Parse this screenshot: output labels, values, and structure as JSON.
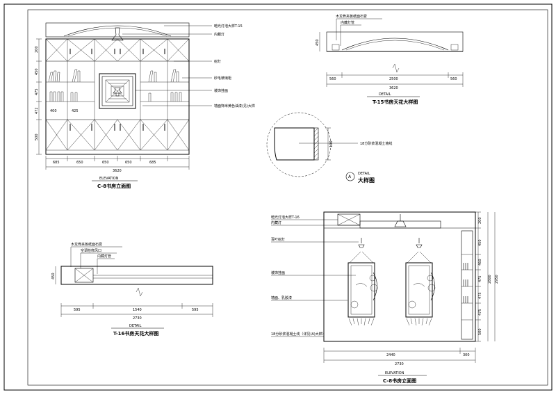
{
  "drawing": {
    "border_color": "#000000",
    "background": "#ffffff",
    "elevation_front": {
      "subtitle": "ELEVATION",
      "title": "C-8书房立面图",
      "annotations": [
        "暗光灯泡大样T-15",
        "内藏灯",
        "射灯",
        "砂毛玻璃柜",
        "装饰挂画",
        "墙面饰米黄色油漆(见)大样"
      ],
      "dims_horizontal": [
        "685",
        "650",
        "650",
        "650",
        "685"
      ],
      "dim_total": "3620",
      "dims_vertical": [
        "200",
        "450",
        "475",
        "472",
        "500"
      ],
      "shelf_dims": [
        "400",
        "425"
      ]
    },
    "ceiling_detail_top": {
      "subtitle": "DETAIL",
      "title": "T-15书房天花大样图",
      "annotations": [
        "木龙骨夹板纸面石膏",
        "内藏灯管"
      ],
      "dims": [
        "560",
        "2500",
        "560"
      ],
      "dim_total": "3620",
      "side_dim": "450"
    },
    "detail_a": {
      "marker": "A",
      "subtitle": "DETAIL",
      "title": "大样图",
      "annotation": "18分砂浆混凝土墙线",
      "dim": "100"
    },
    "ceiling_detail_bottom": {
      "subtitle": "DETAIL",
      "title": "T-16书房天花大样图",
      "annotations": [
        "木龙骨夹板纸面石膏",
        "空调检修风口",
        "内藏灯管"
      ],
      "dims": [
        "595",
        "1540",
        "595"
      ],
      "dim_total": "2730",
      "side_dim": "450"
    },
    "elevation_side": {
      "subtitle": "ELEVATION",
      "title": "C-8书房立面图",
      "annotations": [
        "暗光灯泡大样T-16",
        "内藏灯",
        "百叶射灯",
        "装饰挂画",
        "墙面、乳胶漆",
        "18分砂浆混凝土线（详见(A)大样）"
      ],
      "dims_horizontal": [
        "2440",
        "300"
      ],
      "dim_total": "2730",
      "dims_vertical": [
        "200",
        "450",
        "460",
        "475",
        "475",
        "475",
        "500"
      ],
      "dim_vertical_total": "2800",
      "dim_vertical_right": "2950"
    }
  }
}
